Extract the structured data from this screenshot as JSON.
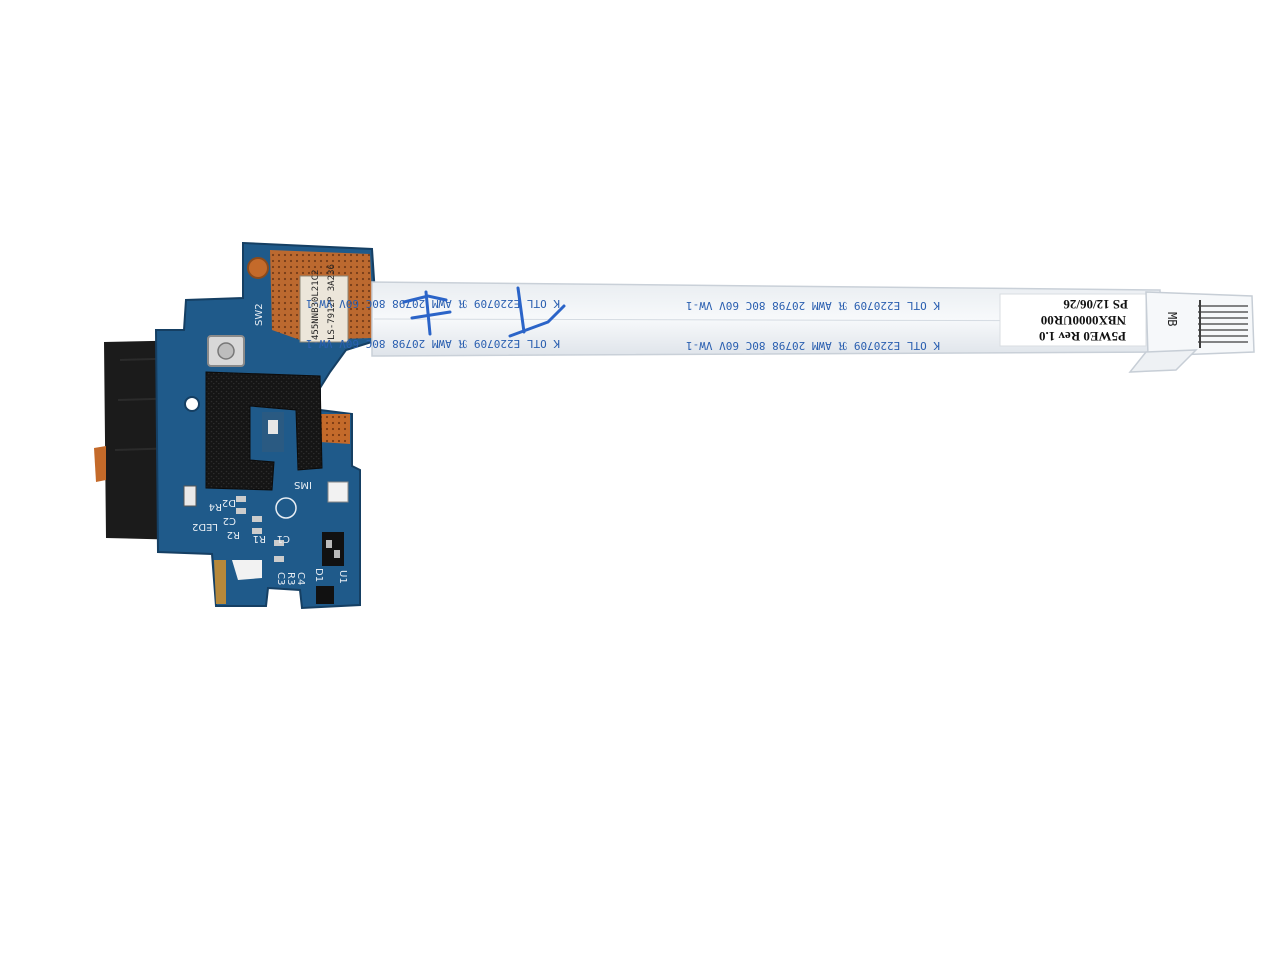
{
  "photo": {
    "background": "#ffffff",
    "colors": {
      "pcb_blue": "#1f5a8a",
      "pcb_blue_dark": "#153f63",
      "copper": "#c46a2a",
      "ribbon": "#f4f6f8",
      "ribbon_print": "#2a5fb0",
      "tape": "#1b1b1b",
      "foam": "#151515"
    },
    "label_sticker": {
      "line1": "455NNB30L21C2",
      "line2": "LS-7912P 3A236"
    },
    "silkscreen": {
      "sw2": "SW2",
      "ims": "IMS",
      "r4": "R4",
      "d2": "D2",
      "led2": "LED2",
      "c2": "C2",
      "r2": "R2",
      "r1": "R1",
      "c1": "C1",
      "c3": "C3",
      "r3": "R3",
      "c4": "C4",
      "d1": "D1",
      "u1": "U1"
    },
    "ribbon_print_top": "K OTL E220709 ℜ AWM 20798 80C 60V VW-1",
    "ribbon_print_bottom": "K OTL E220709 ℜ AWM 20798 80C 60V VW-1",
    "ribbon_sticker": {
      "line1": "PS 12/06/26",
      "line2": "NBX0000UR00",
      "line3": "P5WE0 Rev 1.0"
    },
    "connector_label": "MB"
  }
}
